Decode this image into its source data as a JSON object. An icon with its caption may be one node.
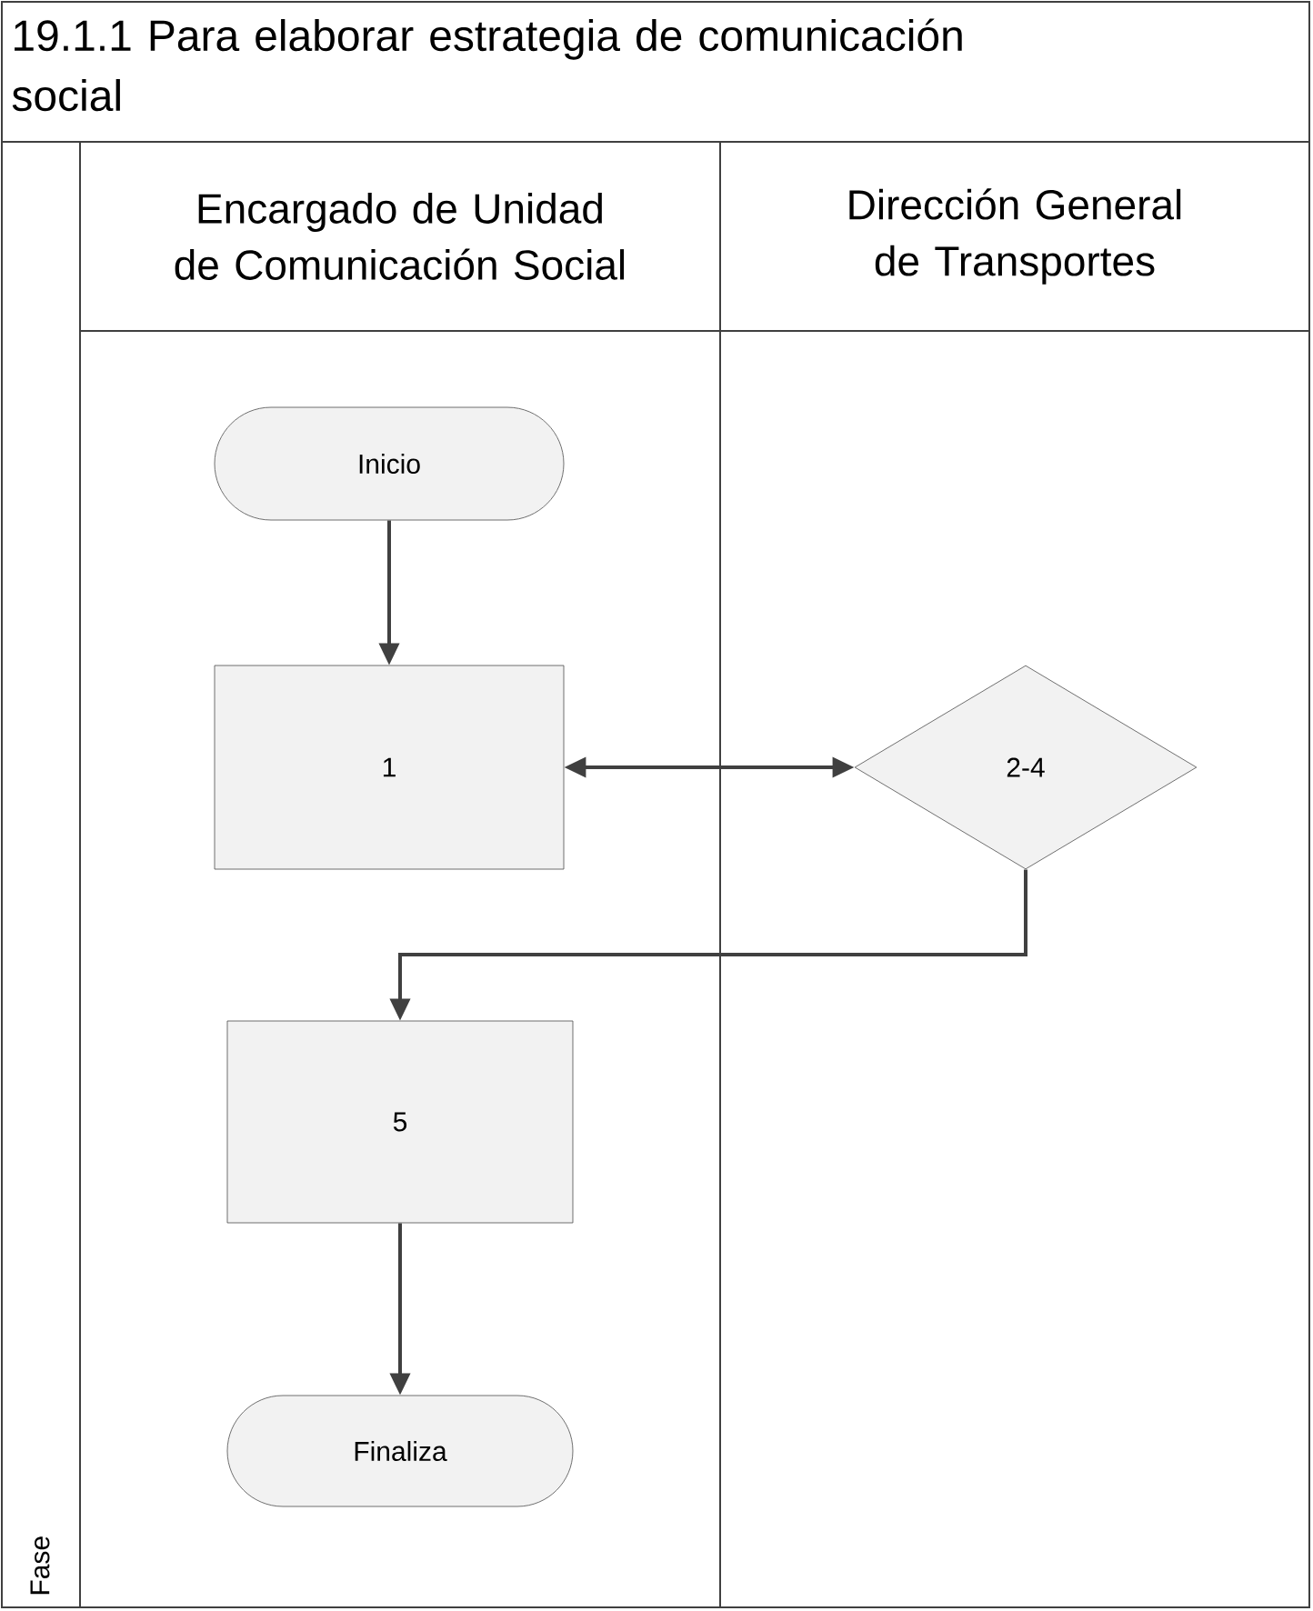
{
  "diagram": {
    "title": "19.1.1 Para elaborar estrategia de comunicación social",
    "nodes": [
      {
        "text": [
          "Encargado de Unidad de Comunicación Social"
        ]
      },
      {
        "text": [
          "Dirección General de Transportes"
        ]
      },
      {
        "text": [
          "Inicio"
        ],
        "in": 0
      },
      {
        "text": [
          "1"
        ],
        "in": 0
      },
      {
        "text": [
          "2-4"
        ],
        "in": 1
      },
      {
        "text": [
          "5"
        ],
        "in": 0
      },
      {
        "text": [
          "Finaliza"
        ],
        "in": 0
      }
    ],
    "edges": [
      {
        "from": 2,
        "to": 3,
        "arrow": "to"
      },
      {
        "from": 3,
        "to": 4,
        "arrow": "both"
      },
      {
        "from": 4,
        "to": 5,
        "arrow": "to"
      },
      {
        "from": 5,
        "to": 6,
        "arrow": "to"
      }
    ],
    "labels": [
      "Fase"
    ]
  }
}
